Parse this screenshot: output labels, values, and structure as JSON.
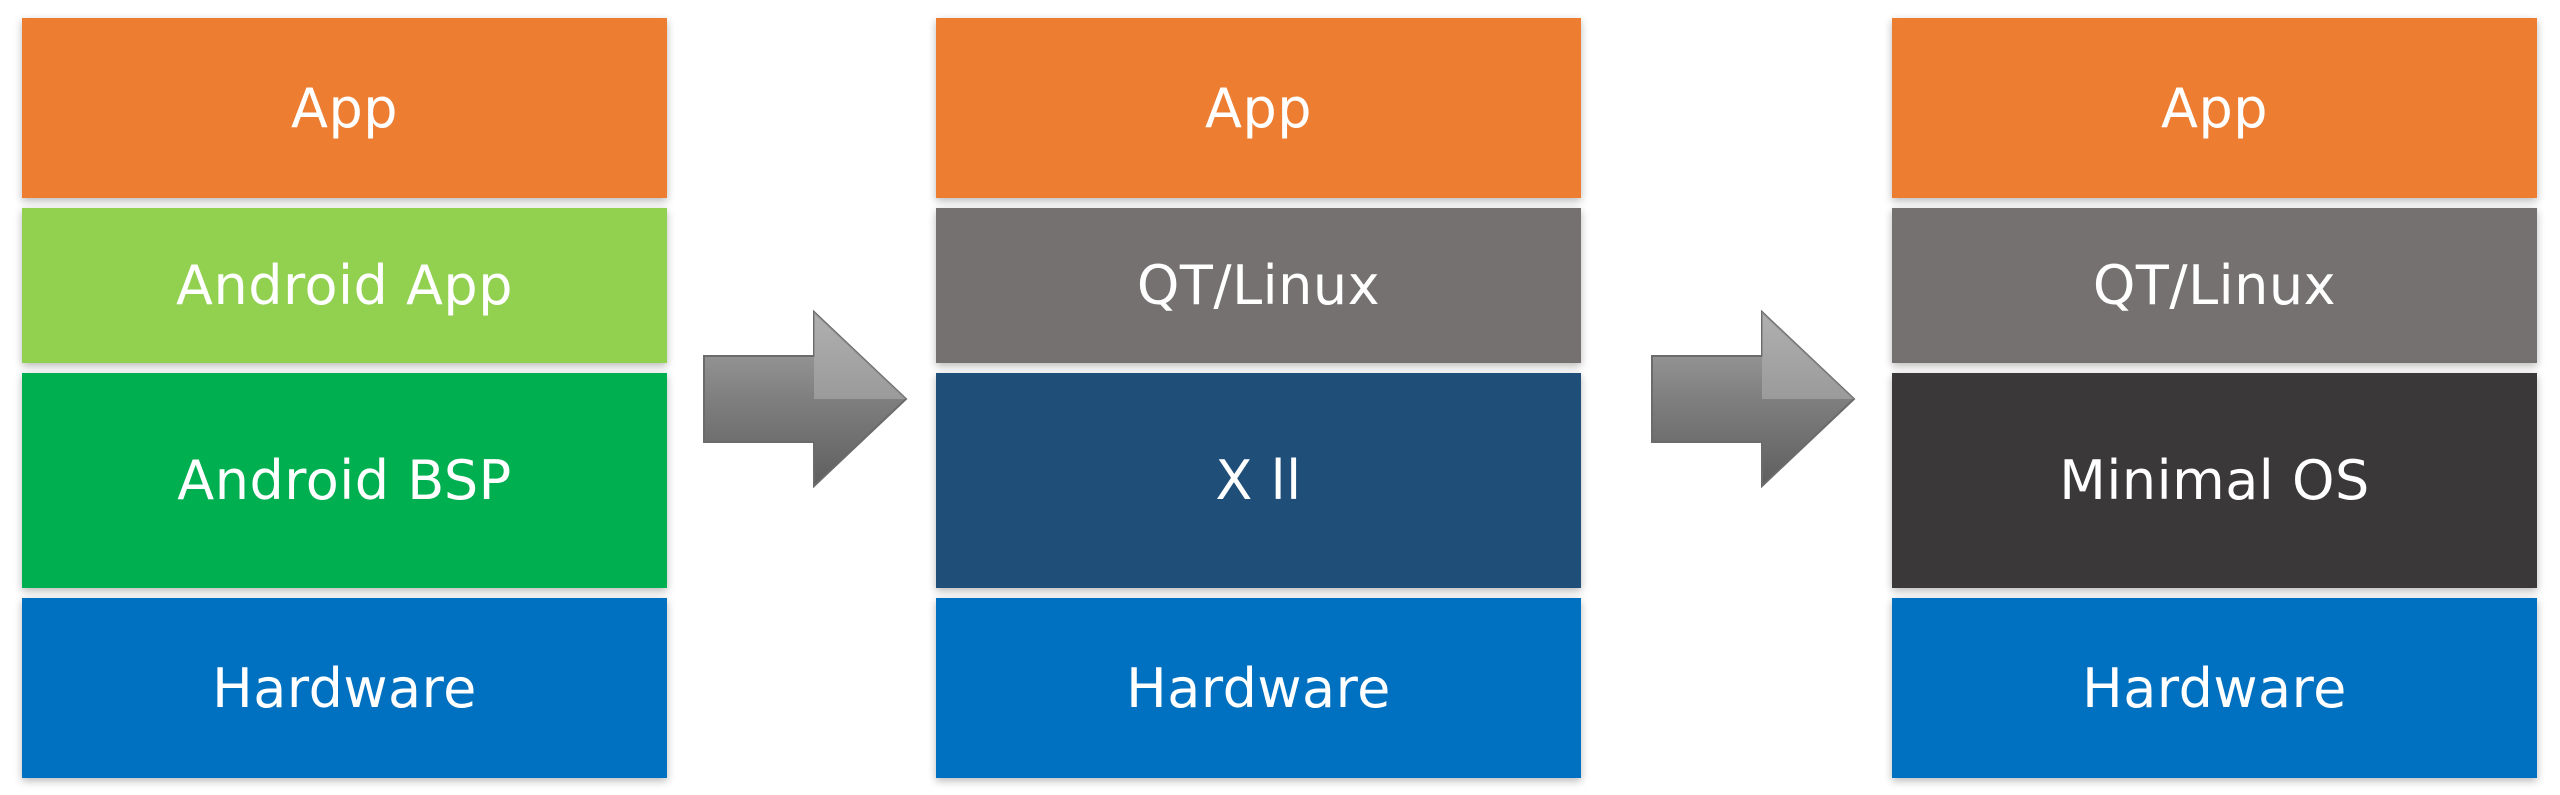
{
  "colors": {
    "app": "#ed7d31",
    "android_app": "#92d050",
    "android_bsp": "#00b050",
    "qt_linux": "#757171",
    "x11": "#1f4e79",
    "minimal_os": "#3a3838",
    "hardware": "#0070c0",
    "arrow": "#8c8c8c"
  },
  "stacks": [
    {
      "layers": [
        {
          "label": "App",
          "color": "#ed7d31"
        },
        {
          "label": "Android App",
          "color": "#92d050"
        },
        {
          "label": "Android BSP",
          "color": "#00b050"
        },
        {
          "label": "Hardware",
          "color": "#0070c0"
        }
      ]
    },
    {
      "layers": [
        {
          "label": "App",
          "color": "#ed7d31"
        },
        {
          "label": "QT/Linux",
          "color": "#757171"
        },
        {
          "label": "X ll",
          "color": "#1f4e79"
        },
        {
          "label": "Hardware",
          "color": "#0070c0"
        }
      ]
    },
    {
      "layers": [
        {
          "label": "App",
          "color": "#ed7d31"
        },
        {
          "label": "QT/Linux",
          "color": "#757171"
        },
        {
          "label": "Minimal OS",
          "color": "#3a3838"
        },
        {
          "label": "Hardware",
          "color": "#0070c0"
        }
      ]
    }
  ],
  "arrows": [
    {
      "icon": "right-arrow-icon"
    },
    {
      "icon": "right-arrow-icon"
    }
  ]
}
